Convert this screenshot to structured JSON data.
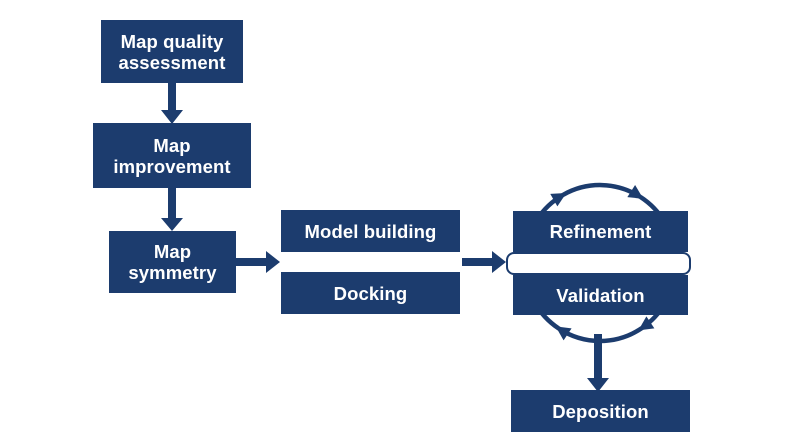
{
  "colors": {
    "accent": "#1c3c6e",
    "canvas_bg": "#ffffff",
    "node_text": "#ffffff"
  },
  "nodes": [
    {
      "id": "map-quality-assessment",
      "label": "Map quality\nassessment"
    },
    {
      "id": "map-improvement",
      "label": "Map\nimprovement"
    },
    {
      "id": "map-symmetry",
      "label": "Map\nsymmetry"
    },
    {
      "id": "model-building",
      "label": "Model building"
    },
    {
      "id": "docking",
      "label": "Docking"
    },
    {
      "id": "refinement",
      "label": "Refinement"
    },
    {
      "id": "validation",
      "label": "Validation"
    },
    {
      "id": "deposition",
      "label": "Deposition"
    }
  ],
  "connectors": [
    {
      "from": "Map quality assessment",
      "to": "Map improvement",
      "direction": "down"
    },
    {
      "from": "Map improvement",
      "to": "Map symmetry",
      "direction": "down"
    },
    {
      "from": "Map symmetry",
      "to": "Model building / Docking",
      "direction": "right"
    },
    {
      "from": "Model building / Docking",
      "to": "Refinement / Validation",
      "direction": "right"
    },
    {
      "from": "Refinement / Validation cycle",
      "to": "Deposition",
      "direction": "down"
    }
  ],
  "cycle": {
    "between": [
      "Refinement",
      "Validation"
    ],
    "direction": "clockwise",
    "arrowhead_count": 4
  }
}
